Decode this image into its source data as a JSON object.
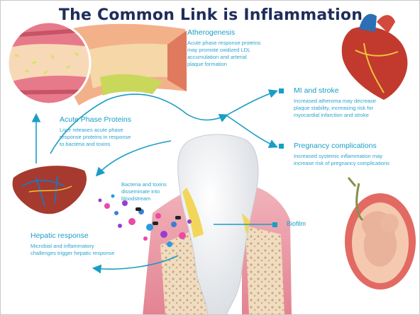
{
  "title": "The Common Link is Inflammation",
  "atherogenesis": {
    "heading": "Atherogenesis",
    "lines": [
      "Acute phase response proteins",
      "may promote oxidized LDL",
      "accumulation and arterial",
      "plaque formation"
    ]
  },
  "mi_stroke": {
    "heading": "MI and stroke",
    "lines": [
      "Increased atheroma may decrease",
      "plaque stability, increasing risk for",
      "myocardial infarction and stroke"
    ]
  },
  "pregnancy": {
    "heading": "Pregnancy complications",
    "lines": [
      "Increased systemic inflammation may",
      "increase risk of pregnancy complications"
    ]
  },
  "acute_phase": {
    "heading": "Acute Phase Proteins",
    "lines": [
      "Liver releases acute phase",
      "response proteins in response",
      "to bacteria and toxins"
    ]
  },
  "bacteria": {
    "lines": [
      "Bacteria and toxins",
      "disseminate into",
      "bloodstream"
    ]
  },
  "biofilm": {
    "label": "Biofilm"
  },
  "hepatic": {
    "heading": "Hepatic response",
    "lines": [
      "Microbial and inflammatory",
      "challenges trigger hepatic response"
    ]
  },
  "colors": {
    "title": "#1f2d5a",
    "accent": "#1a9dc6",
    "body_text": "#2aa3cf",
    "gum": "#e99aa6",
    "tooth": "#f4f6f8",
    "plaque": "#f2d65a"
  }
}
